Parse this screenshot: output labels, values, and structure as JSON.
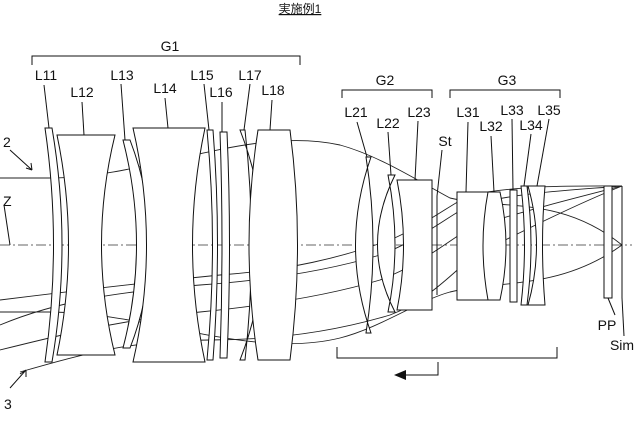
{
  "figure": {
    "title": "実施例1",
    "groups": [
      "G1",
      "G2",
      "G3"
    ],
    "lenses": [
      "L11",
      "L12",
      "L13",
      "L14",
      "L15",
      "L16",
      "L17",
      "L18",
      "L21",
      "L22",
      "L23",
      "L31",
      "L32",
      "L33",
      "L34",
      "L35"
    ],
    "stop": "St",
    "axis": "Z",
    "plate": "PP",
    "image_plane": "Sim",
    "ray_labels": [
      "2",
      "3"
    ]
  }
}
